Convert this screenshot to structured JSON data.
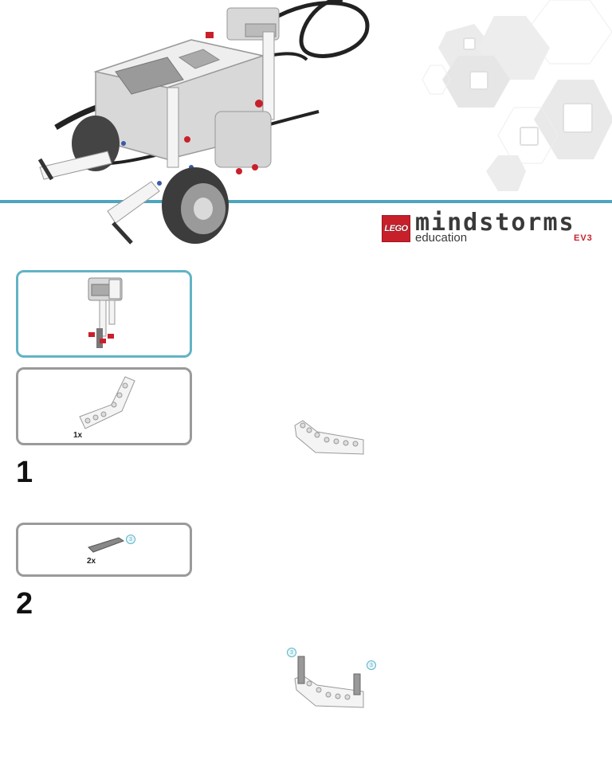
{
  "header": {
    "brand": {
      "lego_label": "LEGO",
      "product_name": "mindstorms",
      "sub_brand": "education",
      "edition": "EV3"
    },
    "accent_color": "#4ea5bd",
    "brand_red": "#c8202b",
    "hero_image": "ev3-robot-model"
  },
  "sub_assembly": {
    "image": "color-sensor-sub-assembly",
    "border_color": "#62b3c5"
  },
  "steps": [
    {
      "number": "1",
      "parts": [
        {
          "name": "angled-beam",
          "qty": "1x"
        }
      ],
      "assembly_image": "angled-beam"
    },
    {
      "number": "2",
      "parts": [
        {
          "name": "axle-3",
          "qty": "2x",
          "callout": "3"
        }
      ],
      "assembly_image": "angled-beam-with-axles",
      "assembly_callouts": [
        "3",
        "3"
      ]
    }
  ]
}
